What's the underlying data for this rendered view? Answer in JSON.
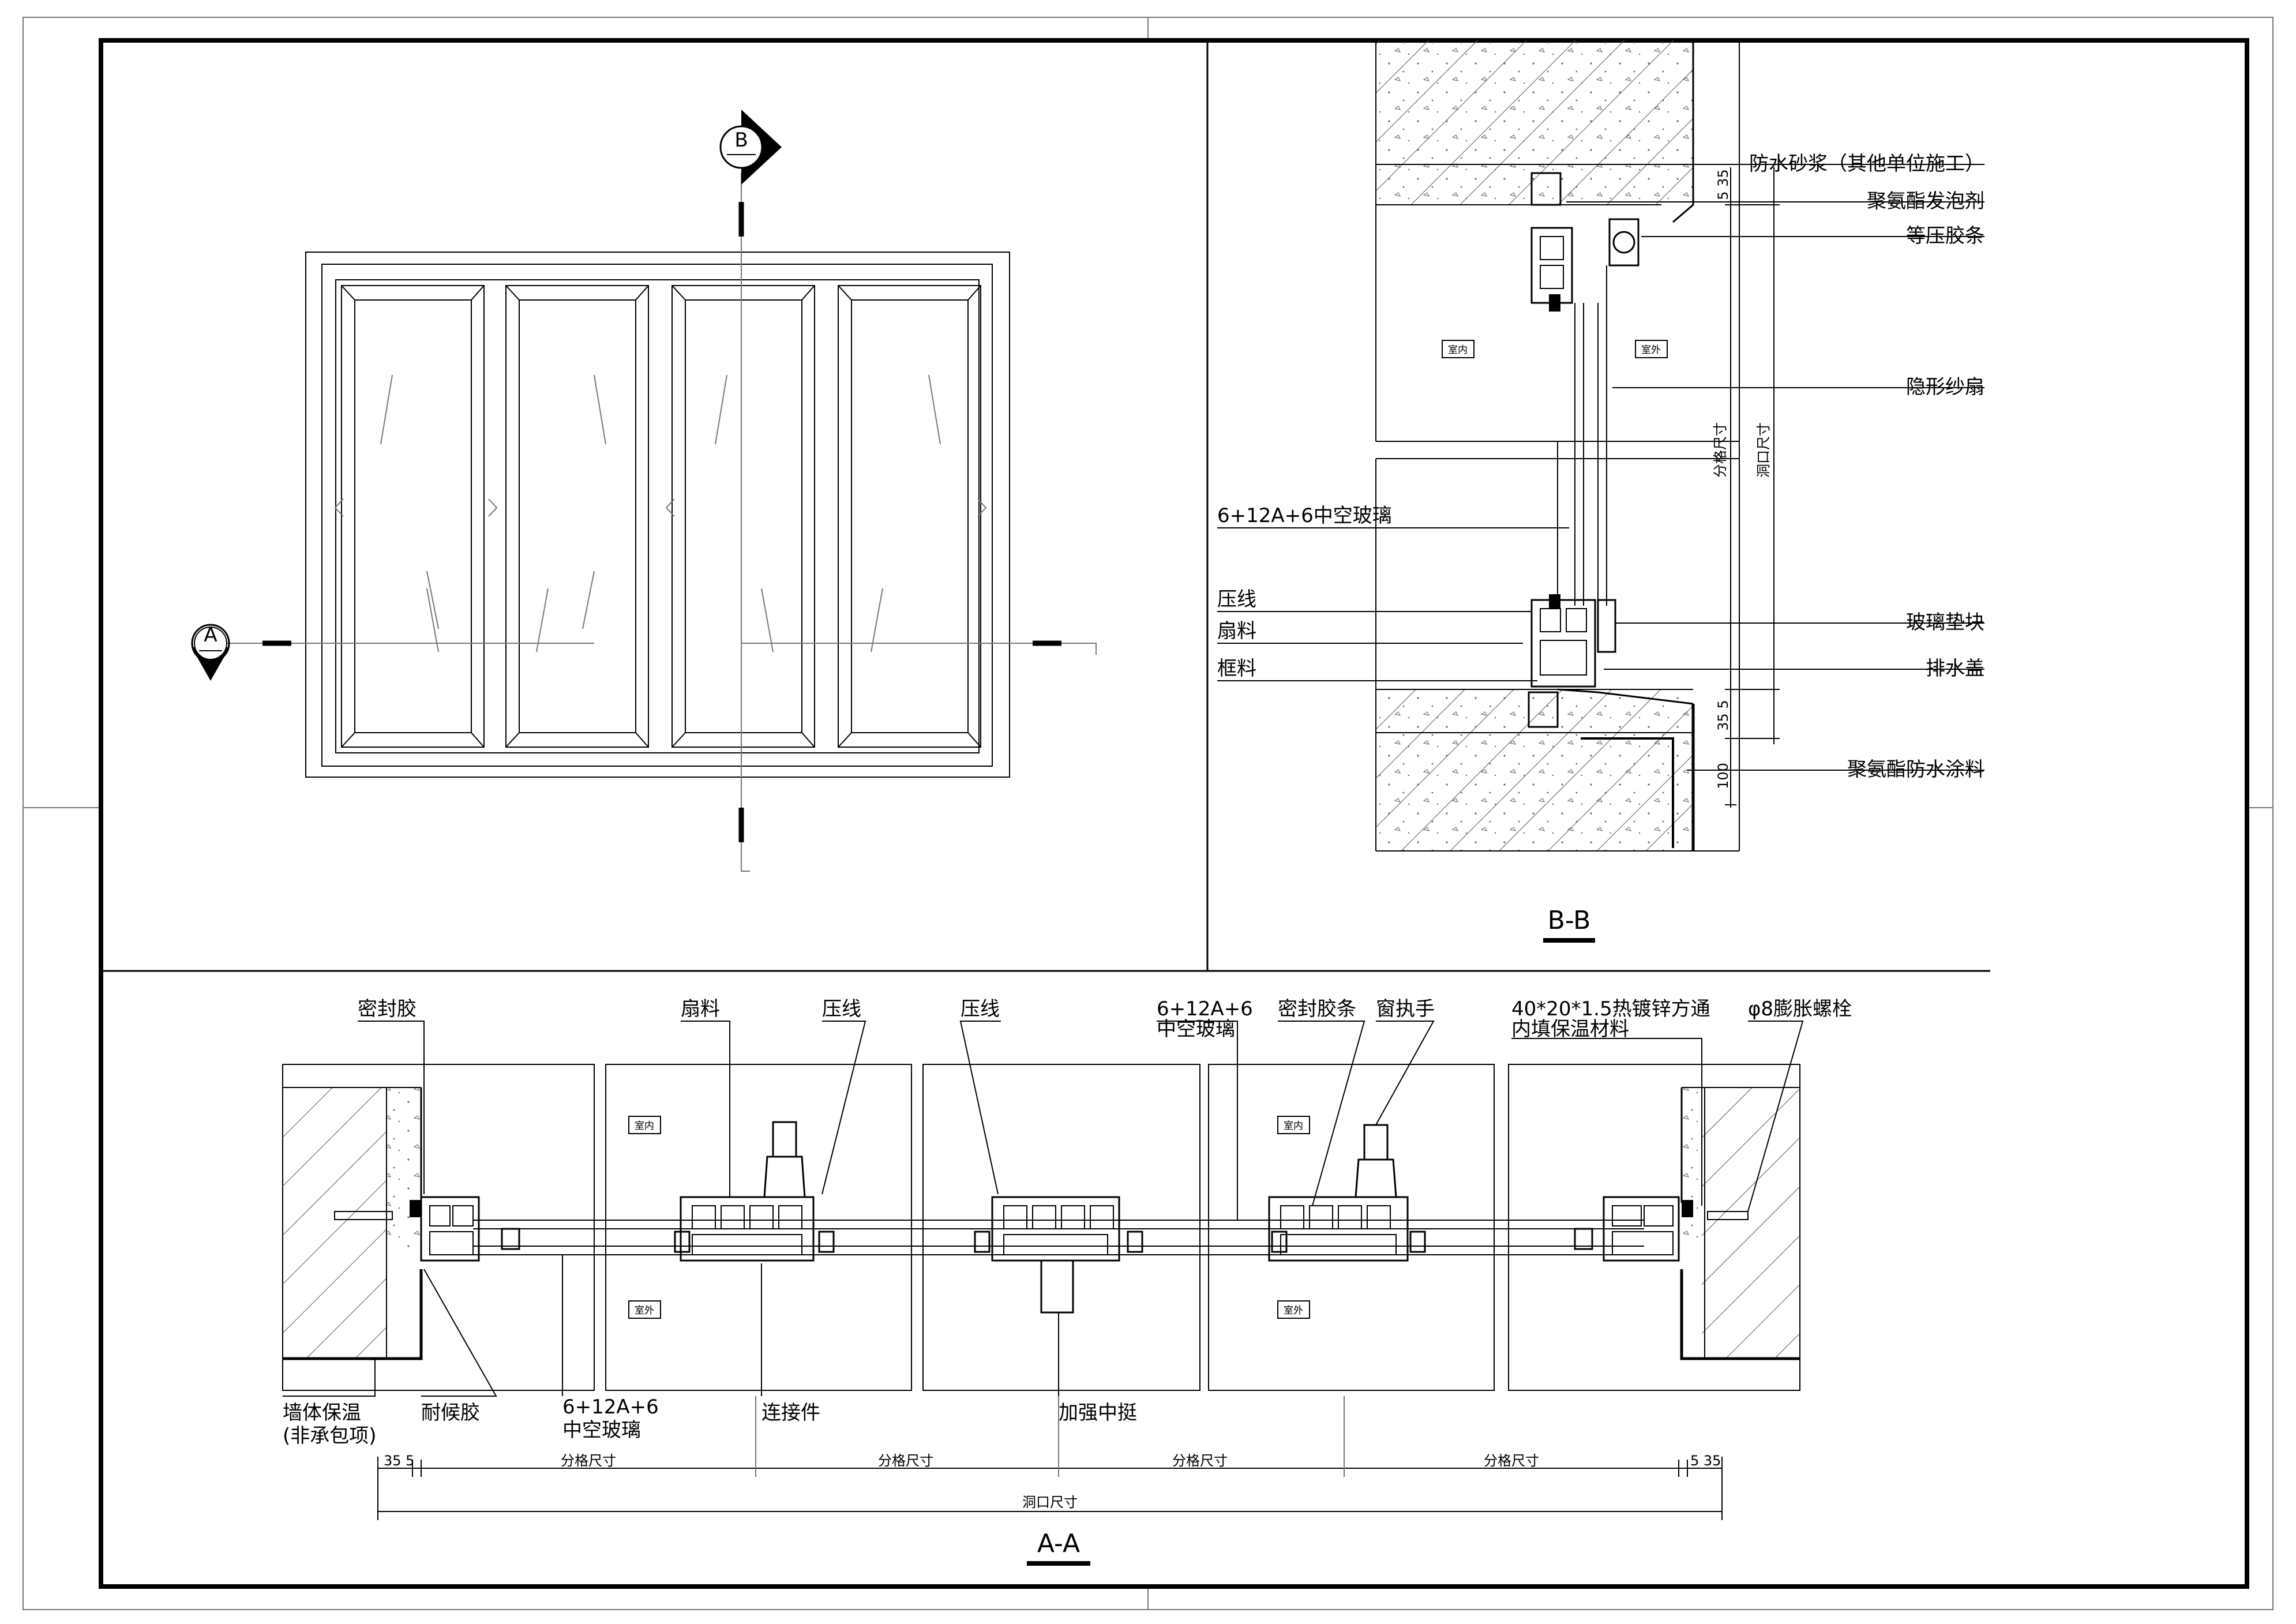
{
  "plan": {
    "marker_a": "A",
    "marker_b": "B"
  },
  "section_bb": {
    "title": "B-B",
    "indoor": "室内",
    "outdoor": "室外",
    "labels_right": [
      "防水砂浆（其他单位施工）",
      "聚氨酯发泡剂",
      "等压胶条",
      "隐形纱扇",
      "玻璃垫块",
      "排水盖",
      "聚氨酯防水涂料"
    ],
    "labels_left": [
      "6+12A+6中空玻璃",
      "压线",
      "扇料",
      "框料"
    ],
    "dims": [
      "5 35",
      "35 5",
      "100",
      "分格尺寸",
      "洞口尺寸"
    ]
  },
  "section_aa": {
    "title": "A-A",
    "indoor": "室内",
    "outdoor": "室外",
    "labels_top": [
      {
        "id": "sealant",
        "text": "密封胶"
      },
      {
        "id": "sash",
        "text": "扇料"
      },
      {
        "id": "bead1",
        "text": "压线"
      },
      {
        "id": "bead2",
        "text": "压线"
      },
      {
        "id": "glass_top",
        "text": "6+12A+6\n中空玻璃"
      },
      {
        "id": "seal_strip",
        "text": "密封胶条"
      },
      {
        "id": "handle",
        "text": "窗执手"
      },
      {
        "id": "steel",
        "text": "40*20*1.5热镀锌方通\n内填保温材料"
      },
      {
        "id": "bolt",
        "text": "φ8膨胀螺栓"
      }
    ],
    "labels_bottom": [
      {
        "id": "insul",
        "text": "墙体保温\n(非承包项)"
      },
      {
        "id": "weather",
        "text": "耐候胶"
      },
      {
        "id": "glass_bot",
        "text": "6+12A+6\n中空玻璃"
      },
      {
        "id": "connector",
        "text": "连接件"
      },
      {
        "id": "mullion",
        "text": "加强中挺"
      }
    ],
    "dims": [
      "35 5",
      "分格尺寸",
      "分格尺寸",
      "分格尺寸",
      "分格尺寸",
      "5 35",
      "洞口尺寸"
    ]
  }
}
